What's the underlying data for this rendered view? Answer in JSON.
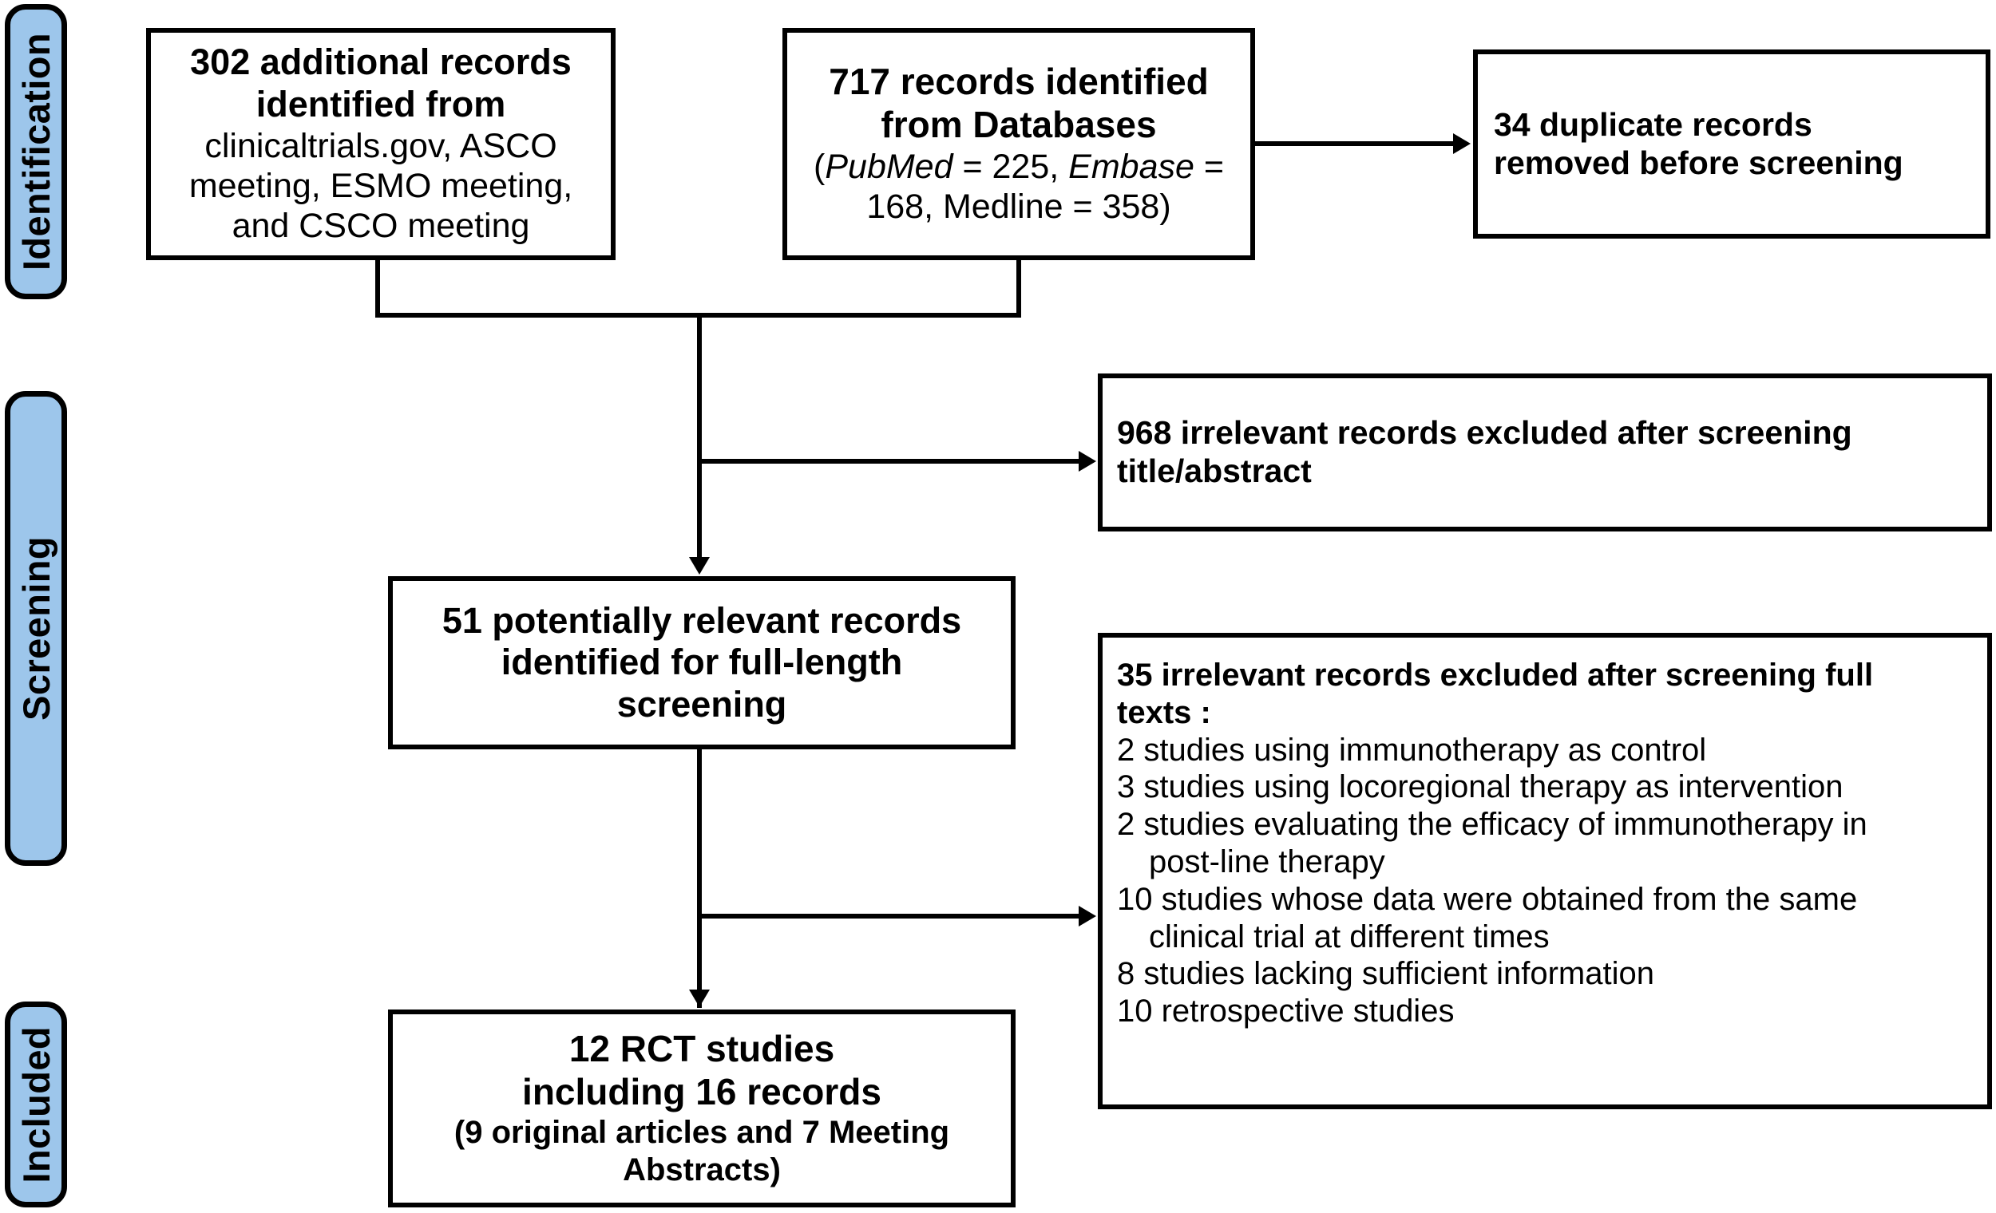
{
  "diagram": {
    "title": "PRISMA study selection flow diagram",
    "accent_color": "#9DC6EB",
    "line_color": "#000000",
    "background_color": "#FFFFFF"
  },
  "stages": [
    {
      "key": "identification",
      "label": "Identification"
    },
    {
      "key": "screening",
      "label": "Screening"
    },
    {
      "key": "included",
      "label": "Included"
    }
  ],
  "boxes": {
    "additional_records": {
      "head_line1": "302 additional records",
      "head_line2": "identified from",
      "body_line1": "clinicaltrials.gov, ASCO",
      "body_line2": "meeting, ESMO meeting,",
      "body_line3": "and CSCO meeting"
    },
    "database_records": {
      "head_line1": "717 records identified",
      "head_line2": "from Databases",
      "body_line1_open": "(",
      "body_line1_db1": "PubMed",
      "body_line1_eq1": " = 225, ",
      "body_line1_db2": "Embase",
      "body_line1_eq2": " =",
      "body_line2": "168, Medline = 358)"
    },
    "duplicates_removed": {
      "line1": "34 duplicate records",
      "line2": "removed before screening"
    },
    "excluded_title_abstract": {
      "line1": "968 irrelevant records excluded after screening",
      "line2": "title/abstract"
    },
    "full_text_screening": {
      "line1": "51 potentially relevant records",
      "line2": "identified for full-length",
      "line3": "screening"
    },
    "excluded_full_text": {
      "heading_line1": "35 irrelevant records excluded after screening full",
      "heading_line2": "texts :",
      "reasons": [
        {
          "text": "2 studies using immunotherapy as control",
          "indented": false
        },
        {
          "text": "3 studies using locoregional therapy as intervention",
          "indented": false
        },
        {
          "text": "2 studies evaluating the efficacy of immunotherapy in",
          "indented": false
        },
        {
          "text": "post-line therapy",
          "indented": true
        },
        {
          "text": "10 studies whose data were obtained from the same",
          "indented": false
        },
        {
          "text": "clinical trial at different times",
          "indented": true
        },
        {
          "text": "8 studies lacking sufficient information",
          "indented": false
        },
        {
          "text": "10 retrospective studies",
          "indented": false
        }
      ]
    },
    "included_studies": {
      "head_line1": "12 RCT studies",
      "head_line2": "including 16 records",
      "sub_line1": "(9 original articles and 7 Meeting",
      "sub_line2": "Abstracts)"
    }
  },
  "chart_data": {
    "type": "diagram",
    "title": "PRISMA study selection flow",
    "nodes": [
      {
        "id": "additional_records",
        "stage": "Identification",
        "count": 302,
        "label": "302 additional records identified from clinicaltrials.gov, ASCO meeting, ESMO meeting, and CSCO meeting"
      },
      {
        "id": "database_records",
        "stage": "Identification",
        "count": 717,
        "label": "717 records identified from Databases (PubMed = 225, Embase = 168, Medline = 358)"
      },
      {
        "id": "duplicates_removed",
        "stage": "Identification",
        "count": 34,
        "label": "34 duplicate records removed before screening"
      },
      {
        "id": "excluded_title_abstract",
        "stage": "Screening",
        "count": 968,
        "label": "968 irrelevant records excluded after screening title/abstract"
      },
      {
        "id": "full_text_screening",
        "stage": "Screening",
        "count": 51,
        "label": "51 potentially relevant records identified for full-length screening"
      },
      {
        "id": "excluded_full_text",
        "stage": "Screening",
        "count": 35,
        "label": "35 irrelevant records excluded after screening full texts"
      },
      {
        "id": "included_studies",
        "stage": "Included",
        "count": 12,
        "label": "12 RCT studies including 16 records (9 original articles and 7 Meeting Abstracts)"
      }
    ],
    "sources": {
      "PubMed": 225,
      "Embase": 168,
      "Medline": 358
    },
    "exclusion_reasons": {
      "immunotherapy as control": 2,
      "locoregional therapy as intervention": 3,
      "efficacy of immunotherapy in post-line therapy": 2,
      "same clinical trial at different times": 10,
      "lacking sufficient information": 8,
      "retrospective studies": 10
    },
    "included_breakdown": {
      "original articles": 9,
      "meeting abstracts": 7,
      "total records": 16,
      "RCT studies": 12
    },
    "edges": [
      {
        "from": "database_records",
        "to": "duplicates_removed",
        "type": "arrow-right"
      },
      {
        "from": "additional_records",
        "to": "full_text_screening",
        "type": "merge-down"
      },
      {
        "from": "database_records",
        "to": "full_text_screening",
        "type": "merge-down"
      },
      {
        "from": "full_text_screening_inflow",
        "to": "excluded_title_abstract",
        "type": "arrow-right"
      },
      {
        "from": "full_text_screening",
        "to": "excluded_full_text",
        "type": "arrow-right"
      },
      {
        "from": "full_text_screening",
        "to": "included_studies",
        "type": "arrow-down"
      }
    ]
  }
}
